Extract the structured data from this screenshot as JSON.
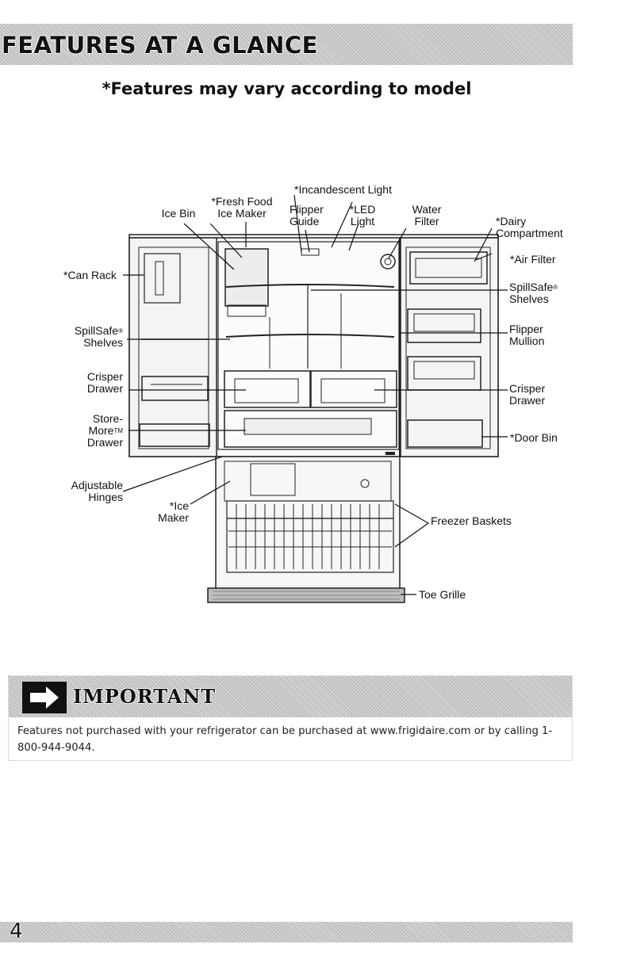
{
  "header": {
    "title": "FEATURES AT A GLANCE",
    "subtitle": "*Features may vary according to model"
  },
  "diagram": {
    "labels": {
      "incandescent_light": "*Incandescent Light",
      "ice_bin": "Ice Bin",
      "fresh_food_ice_maker_1": "*Fresh Food",
      "fresh_food_ice_maker_2": "Ice Maker",
      "flipper_guide_1": "Flipper",
      "flipper_guide_2": "Guide",
      "led_light_1": "*LED",
      "led_light_2": "Light",
      "water_filter_1": "Water",
      "water_filter_2": "Filter",
      "dairy_compartment_1": "*Dairy",
      "dairy_compartment_2": "Compartment",
      "can_rack": "*Can Rack",
      "air_filter": "*Air Filter",
      "spillsafe_right_1": "SpillSafe",
      "spillsafe_right_2": "Shelves",
      "spillsafe_left_1": "SpillSafe",
      "spillsafe_left_2": "Shelves",
      "flipper_mullion_1": "Flipper",
      "flipper_mullion_2": "Mullion",
      "crisper_left_1": "Crisper",
      "crisper_left_2": "Drawer",
      "crisper_right_1": "Crisper",
      "crisper_right_2": "Drawer",
      "store_more_1": "Store-",
      "store_more_2": "More",
      "store_more_3": "Drawer",
      "door_bin": "*Door Bin",
      "adjustable_hinges_1": "Adjustable",
      "adjustable_hinges_2": "Hinges",
      "ice_maker_1": "*Ice",
      "ice_maker_2": "Maker",
      "freezer_baskets": "Freezer Baskets",
      "toe_grille": "Toe Grille"
    },
    "registered_mark": "®",
    "trademark": "TM"
  },
  "important": {
    "icon": "arrow-right-icon",
    "title": "IMPORTANT",
    "text": "Features not purchased with your refrigerator can be purchased at www.frigidaire.com or by calling 1-800-944-9044."
  },
  "footer": {
    "page_number": "4"
  }
}
